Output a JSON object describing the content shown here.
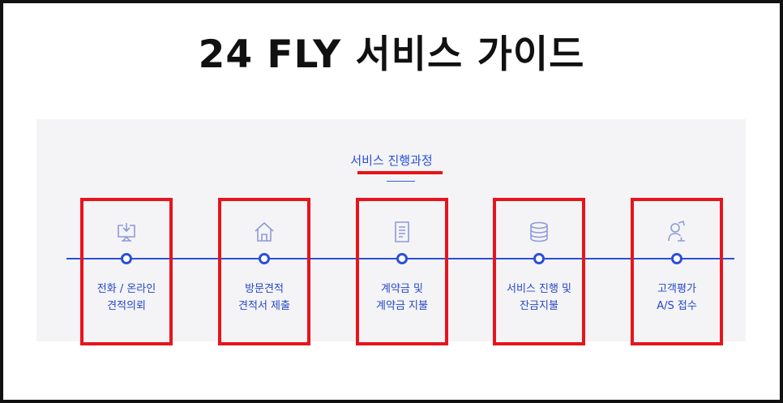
{
  "page": {
    "title": "24 FLY 서비스 가이드"
  },
  "section": {
    "title": "서비스 진행과정"
  },
  "colors": {
    "accent_blue": "#2a4fd8",
    "highlight_red": "#e8141b",
    "icon_tint": "#8d9ad8",
    "panel_bg": "#f4f4f6"
  },
  "steps": [
    {
      "icon": "monitor-download-icon",
      "line1": "전화 / 온라인",
      "line2": "견적의뢰"
    },
    {
      "icon": "house-icon",
      "line1": "방문견적",
      "line2": "견적서 제출"
    },
    {
      "icon": "document-icon",
      "line1": "계약금 및",
      "line2": "계약금 지불"
    },
    {
      "icon": "coin-stack-icon",
      "line1": "서비스 진행 및",
      "line2": "잔금지불"
    },
    {
      "icon": "person-review-icon",
      "line1": "고객평가",
      "line2": "A/S 접수"
    }
  ]
}
